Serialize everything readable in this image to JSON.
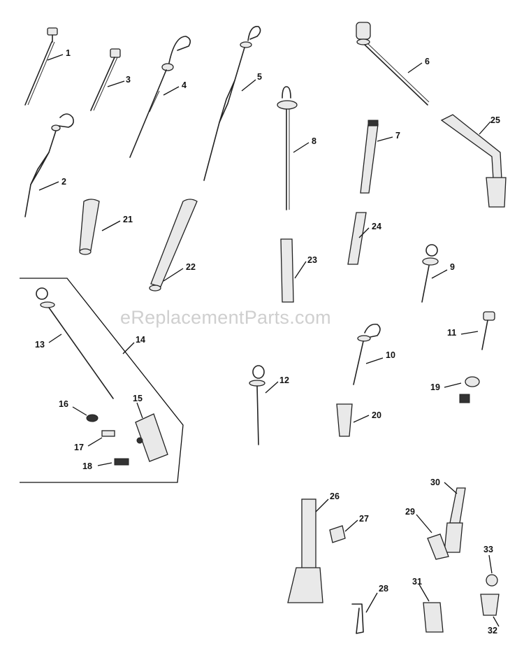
{
  "watermark": "eReplacementParts.com",
  "labels": {
    "p1": "1",
    "p2": "2",
    "p3": "3",
    "p4": "4",
    "p5": "5",
    "p6": "6",
    "p7": "7",
    "p8": "8",
    "p9": "9",
    "p10": "10",
    "p11": "11",
    "p12": "12",
    "p13": "13",
    "p14": "14",
    "p15": "15",
    "p16": "16",
    "p17": "17",
    "p18": "18",
    "p19": "19",
    "p20": "20",
    "p21": "21",
    "p22": "22",
    "p23": "23",
    "p24": "24",
    "p25": "25",
    "p26": "26",
    "p27": "27",
    "p28": "28",
    "p29": "29",
    "p30": "30",
    "p31": "31",
    "p32": "32",
    "p33": "33"
  }
}
